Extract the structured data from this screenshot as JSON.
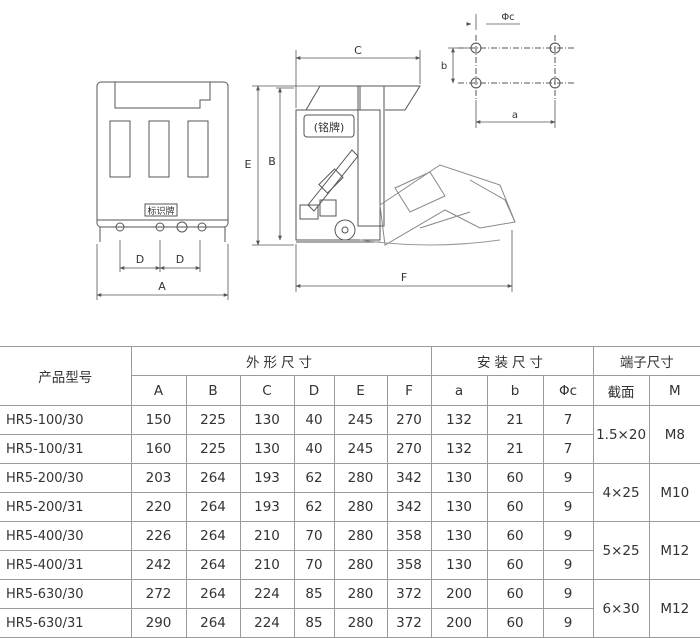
{
  "drawing": {
    "labels": {
      "phi_c": "Φc",
      "b_small": "b",
      "a_small": "a",
      "C": "C",
      "B": "B",
      "E": "E",
      "F": "F",
      "A": "A",
      "D1": "D",
      "D2": "D",
      "nameplate": "(铭牌)",
      "indicator": "标识牌"
    }
  },
  "table": {
    "header": {
      "model": "产品型号",
      "outline_group": "外形尺寸",
      "mount_group": "安装尺寸",
      "terminal_group": "端子尺寸",
      "cols": [
        "A",
        "B",
        "C",
        "D",
        "E",
        "F",
        "a",
        "b",
        "Φc"
      ],
      "section": "截面",
      "thread": "M"
    },
    "rows": [
      {
        "model": "HR5-100/30",
        "A": "150",
        "B": "225",
        "C": "130",
        "D": "40",
        "E": "245",
        "F": "270",
        "a": "132",
        "b": "21",
        "c": "7"
      },
      {
        "model": "HR5-100/31",
        "A": "160",
        "B": "225",
        "C": "130",
        "D": "40",
        "E": "245",
        "F": "270",
        "a": "132",
        "b": "21",
        "c": "7"
      },
      {
        "model": "HR5-200/30",
        "A": "203",
        "B": "264",
        "C": "193",
        "D": "62",
        "E": "280",
        "F": "342",
        "a": "130",
        "b": "60",
        "c": "9"
      },
      {
        "model": "HR5-200/31",
        "A": "220",
        "B": "264",
        "C": "193",
        "D": "62",
        "E": "280",
        "F": "342",
        "a": "130",
        "b": "60",
        "c": "9"
      },
      {
        "model": "HR5-400/30",
        "A": "226",
        "B": "264",
        "C": "210",
        "D": "70",
        "E": "280",
        "F": "358",
        "a": "130",
        "b": "60",
        "c": "9"
      },
      {
        "model": "HR5-400/31",
        "A": "242",
        "B": "264",
        "C": "210",
        "D": "70",
        "E": "280",
        "F": "358",
        "a": "130",
        "b": "60",
        "c": "9"
      },
      {
        "model": "HR5-630/30",
        "A": "272",
        "B": "264",
        "C": "224",
        "D": "85",
        "E": "280",
        "F": "372",
        "a": "200",
        "b": "60",
        "c": "9"
      },
      {
        "model": "HR5-630/31",
        "A": "290",
        "B": "264",
        "C": "224",
        "D": "85",
        "E": "280",
        "F": "372",
        "a": "200",
        "b": "60",
        "c": "9"
      }
    ],
    "terminals": [
      {
        "section": "1.5×20",
        "thread": "M8"
      },
      {
        "section": "4×25",
        "thread": "M10"
      },
      {
        "section": "5×25",
        "thread": "M12"
      },
      {
        "section": "6×30",
        "thread": "M12"
      }
    ]
  }
}
